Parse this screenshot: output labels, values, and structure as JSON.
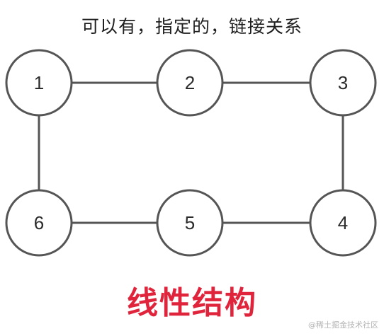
{
  "caption": "可以有，指定的，链接关系",
  "nodes": [
    {
      "id": "1",
      "label": "1"
    },
    {
      "id": "2",
      "label": "2"
    },
    {
      "id": "3",
      "label": "3"
    },
    {
      "id": "4",
      "label": "4"
    },
    {
      "id": "5",
      "label": "5"
    },
    {
      "id": "6",
      "label": "6"
    }
  ],
  "edges": [
    {
      "from": "1",
      "to": "2"
    },
    {
      "from": "2",
      "to": "3"
    },
    {
      "from": "3",
      "to": "4"
    },
    {
      "from": "4",
      "to": "5"
    },
    {
      "from": "5",
      "to": "6"
    },
    {
      "from": "6",
      "to": "1"
    }
  ],
  "title": "线性结构",
  "watermark": "@稀土掘金技术社区",
  "colors": {
    "title": "#e0243c",
    "stroke": "#555555"
  }
}
